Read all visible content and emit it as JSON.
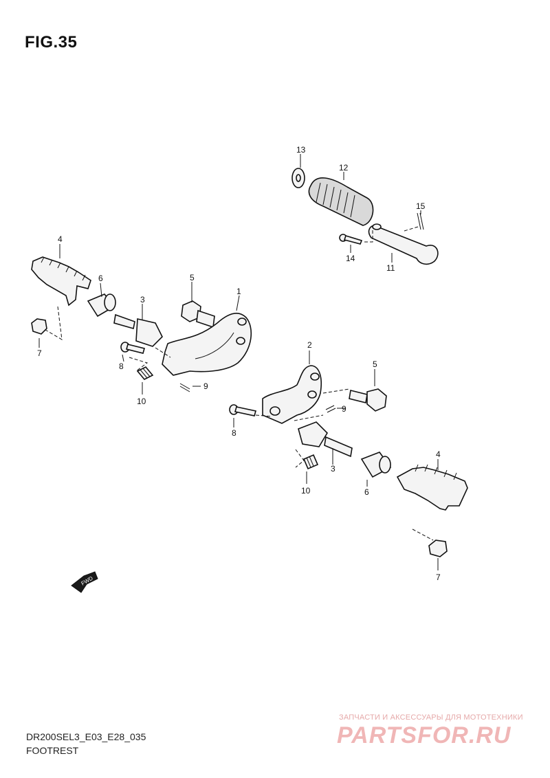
{
  "figure": {
    "title": "FIG.35",
    "code": "DR200SEL3_E03_E28_035",
    "name": "FOOTREST"
  },
  "parts": [
    {
      "ref": "1"
    },
    {
      "ref": "2"
    },
    {
      "ref": "3"
    },
    {
      "ref": "3"
    },
    {
      "ref": "4"
    },
    {
      "ref": "4"
    },
    {
      "ref": "5"
    },
    {
      "ref": "5"
    },
    {
      "ref": "6"
    },
    {
      "ref": "6"
    },
    {
      "ref": "7"
    },
    {
      "ref": "7"
    },
    {
      "ref": "8"
    },
    {
      "ref": "8"
    },
    {
      "ref": "9"
    },
    {
      "ref": "9"
    },
    {
      "ref": "10"
    },
    {
      "ref": "10"
    },
    {
      "ref": "11"
    },
    {
      "ref": "12"
    },
    {
      "ref": "13"
    },
    {
      "ref": "14"
    },
    {
      "ref": "15"
    }
  ],
  "fwd_label": "FWD",
  "watermark": {
    "tagline": "ЗАПЧАСТИ И АКСЕССУАРЫ ДЛЯ МОТОТЕХНИКИ",
    "logo": "PARTSFOR.RU"
  },
  "colors": {
    "line": "#111111",
    "watermark": "#f0b6b6"
  }
}
